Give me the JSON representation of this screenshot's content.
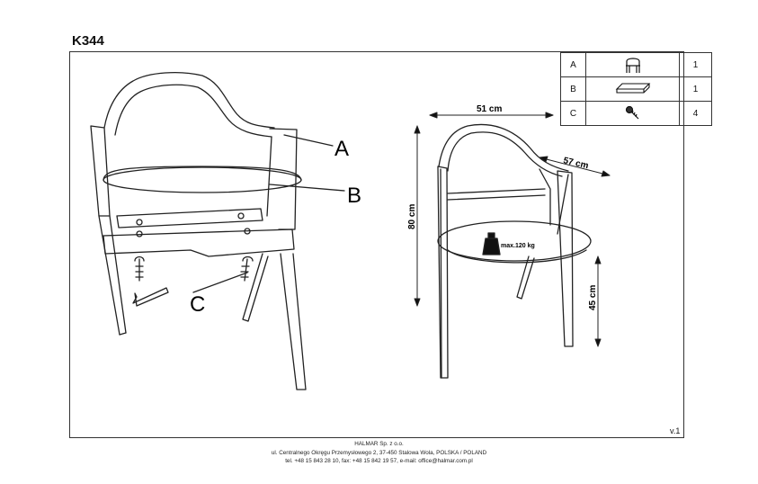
{
  "model": "K344",
  "version": "v.1",
  "callouts": {
    "a": "A",
    "b": "B",
    "c": "C"
  },
  "dimensions": {
    "width": "51 cm",
    "depth": "57 cm",
    "height": "80 cm",
    "seat_height": "45 cm",
    "max_load": "max.120 kg"
  },
  "parts": [
    {
      "letter": "A",
      "icon": "chair-frame-icon",
      "qty": "1"
    },
    {
      "letter": "B",
      "icon": "seat-cushion-icon",
      "qty": "1"
    },
    {
      "letter": "C",
      "icon": "bolt-icon",
      "qty": "4"
    }
  ],
  "footer": {
    "company": "HALMAR Sp. z o.o.",
    "address": "ul. Centralnego Okręgu Przemysłowego 2, 37-450 Stalowa Wola, POLSKA / POLAND",
    "contact": "tel. +48 15 843 28 10, fax: +48 15 842 19 57, e-mail: office@halmar.com.pl"
  }
}
